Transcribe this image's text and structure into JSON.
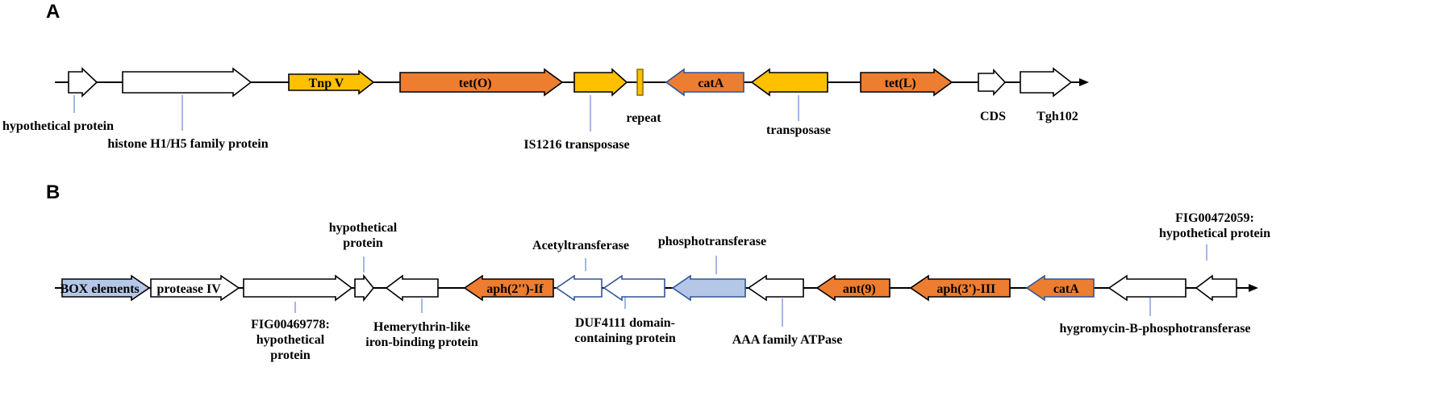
{
  "colors": {
    "orange": "#ED7D31",
    "yellow": "#FFC000",
    "blue_fill": "#B4C7E7",
    "outline": "#000000",
    "blue_outline": "#2F5597",
    "leader": "#4472C4",
    "backbone": "#000000"
  },
  "panels": [
    {
      "id": "A",
      "label": "A",
      "genes": [
        {
          "key": "hypothetical-protein",
          "label": "hypothetical protein",
          "inside": "",
          "fill": "white",
          "direction": "right"
        },
        {
          "key": "histone-h1-h5",
          "label": "histone H1/H5 family protein",
          "inside": "",
          "fill": "white",
          "direction": "right"
        },
        {
          "key": "tnp-v",
          "label": "",
          "inside": "Tnp V",
          "fill": "yellow",
          "direction": "right"
        },
        {
          "key": "tet-o",
          "label": "",
          "inside": "tet(O)",
          "fill": "orange",
          "direction": "right"
        },
        {
          "key": "is1216-transposase",
          "label": "IS1216 transposase",
          "inside": "",
          "fill": "yellow",
          "direction": "right"
        },
        {
          "key": "repeat",
          "label": "repeat",
          "inside": "",
          "fill": "yellow",
          "direction": "none"
        },
        {
          "key": "cata",
          "label": "",
          "inside": "catA",
          "fill": "orange",
          "direction": "left"
        },
        {
          "key": "transposase",
          "label": "transposase",
          "inside": "",
          "fill": "yellow",
          "direction": "left"
        },
        {
          "key": "tet-l",
          "label": "",
          "inside": "tet(L)",
          "fill": "orange",
          "direction": "right"
        },
        {
          "key": "cds",
          "label": "CDS",
          "inside": "",
          "fill": "white",
          "direction": "right"
        },
        {
          "key": "tgh102",
          "label": "Tgh102",
          "inside": "",
          "fill": "white",
          "direction": "right"
        }
      ]
    },
    {
      "id": "B",
      "label": "B",
      "genes": [
        {
          "key": "box-elements",
          "label": "",
          "inside": "BOX elements",
          "fill": "blue",
          "direction": "right"
        },
        {
          "key": "protease-iv",
          "label": "",
          "inside": "protease IV",
          "fill": "white",
          "direction": "right"
        },
        {
          "key": "fig00469778",
          "label": "FIG00469778:\nhypothetical\nprotein",
          "inside": "",
          "fill": "white",
          "direction": "right"
        },
        {
          "key": "hypothetical-protein",
          "label": "hypothetical\nprotein",
          "inside": "",
          "fill": "white",
          "direction": "right"
        },
        {
          "key": "hemerythrin",
          "label": "Hemerythrin-like\niron-binding protein",
          "inside": "",
          "fill": "white",
          "direction": "left"
        },
        {
          "key": "aph2-if",
          "label": "",
          "inside": "aph(2'')-If",
          "fill": "orange",
          "direction": "left"
        },
        {
          "key": "acetyltransferase",
          "label": "Acetyltransferase",
          "inside": "",
          "fill": "white",
          "direction": "left"
        },
        {
          "key": "duf4111",
          "label": "DUF4111 domain-\ncontaining protein",
          "inside": "",
          "fill": "white",
          "direction": "left"
        },
        {
          "key": "phosphotransferase",
          "label": "phosphotransferase",
          "inside": "",
          "fill": "blue",
          "direction": "left"
        },
        {
          "key": "aaa-atpase",
          "label": "AAA family ATPase",
          "inside": "",
          "fill": "white",
          "direction": "left"
        },
        {
          "key": "ant9",
          "label": "",
          "inside": "ant(9)",
          "fill": "orange",
          "direction": "left"
        },
        {
          "key": "aph3-iii",
          "label": "",
          "inside": "aph(3')-III",
          "fill": "orange",
          "direction": "left"
        },
        {
          "key": "cata",
          "label": "",
          "inside": "catA",
          "fill": "orange",
          "direction": "left"
        },
        {
          "key": "hygromycin",
          "label": "hygromycin-B-phosphotransferase",
          "inside": "",
          "fill": "white",
          "direction": "left"
        },
        {
          "key": "fig00472059",
          "label": "FIG00472059:\nhypothetical protein",
          "inside": "",
          "fill": "white",
          "direction": "left"
        }
      ]
    }
  ]
}
